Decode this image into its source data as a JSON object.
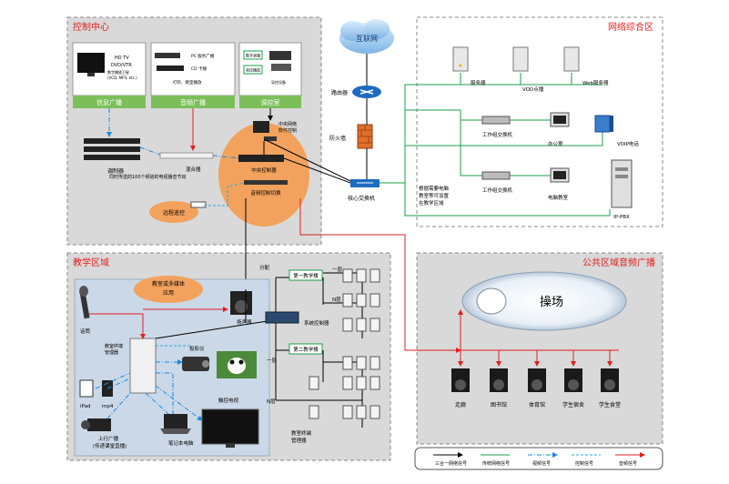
{
  "zones": {
    "control": "控制中心",
    "network": "网络综合区",
    "teaching": "教学区域",
    "public": "公共区域音频广播"
  },
  "control": {
    "panels": [
      {
        "label": "信息广播",
        "items": [
          "HD TV",
          "DVD/VTR",
          "数字播放卫星",
          "(VCD, MP3, etc.)"
        ]
      },
      {
        "label": "音频广播",
        "items": [
          "PC 服务广播",
          "CD 卡播",
          "打铃、教室播放"
        ]
      },
      {
        "label": "调控室",
        "items": [
          "数字录播",
          "音控播放",
          "导控设备"
        ]
      }
    ],
    "modulator": "调制器",
    "mixer": "混合器",
    "mixer_desc": "同时传送的100个频道的电视播音节目",
    "remote": "远程遥控",
    "central_ctrl": "中央控制器",
    "pc_label_1": "中央网络",
    "pc_label_2": "软件控制",
    "audio_sw": "音频控制切换"
  },
  "network": {
    "internet": "互联网",
    "router": "路由器",
    "firewall": "防火墙",
    "core_switch": "核心交换机",
    "server": "服务器",
    "vod": "VOD点播",
    "web": "Web服务器",
    "wg_switch_1": "工作组交换机",
    "wg_switch_2": "工作组交换机",
    "office": "办公室",
    "computer_room": "电脑教室",
    "voip": "VOIP电话",
    "ippbx": "IP-PBX",
    "note_1": "根据需要电脑",
    "note_2": "教室等可设置",
    "note_3": "在教学区域"
  },
  "teaching": {
    "bubble_1": "教室或多媒体",
    "bubble_2": "应用",
    "mic": "话筒",
    "speaker": "扬声器",
    "terminal_1": "教室终端",
    "terminal_2": "管理器",
    "projector": "投影仪",
    "tv": "触控电视",
    "laptop": "笔记本电脑",
    "ipad": "iPad",
    "mp4": "mp4",
    "cam_1": "上行广播",
    "cam_2": "(传递课堂直播)",
    "distribute": "分配",
    "bldg1": "第一教学楼",
    "bldg2": "第二教学楼",
    "floor1a": "一层",
    "floorNa": "N层",
    "floor1b": "一层",
    "floorNb": "N层",
    "sys_ctrl": "系统控制器",
    "term_mgr_1": "教室终端",
    "term_mgr_2": "管理器"
  },
  "public": {
    "playground": "操场",
    "speakers": [
      "走廊",
      "图书馆",
      "体育馆",
      "学生宿舍",
      "学生食堂"
    ]
  },
  "legend": [
    {
      "label": "三合一网络信号",
      "color": "#000000",
      "style": "solid"
    },
    {
      "label": "传统网络信号",
      "color": "#19a24a",
      "style": "solid"
    },
    {
      "label": "视频信号",
      "color": "#1e88d8",
      "style": "dashdot"
    },
    {
      "label": "控制信号",
      "color": "#29a9e0",
      "style": "dashed"
    },
    {
      "label": "音频信号",
      "color": "#e02020",
      "style": "solid"
    }
  ]
}
